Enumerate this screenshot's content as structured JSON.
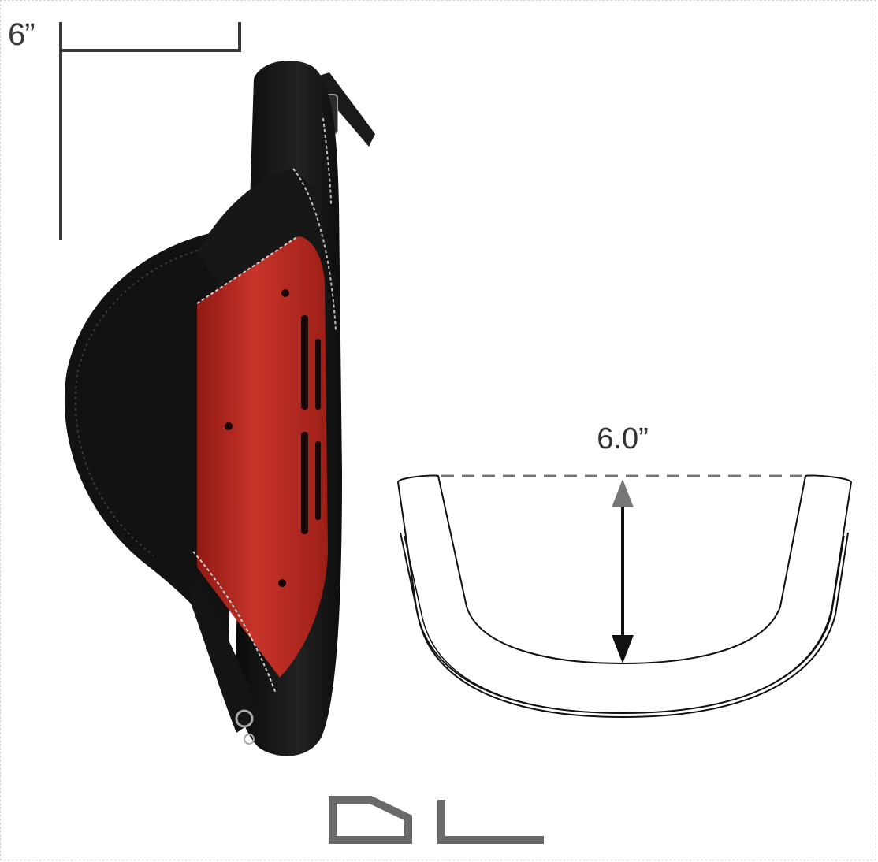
{
  "scale_bar": {
    "label": "6”"
  },
  "cross_section": {
    "depth_label": "6.0”"
  },
  "logo": {
    "name": "dl-logo"
  },
  "colors": {
    "bag_black": "#111111",
    "bag_dark": "#1c1c1c",
    "board_red": "#b3271f",
    "board_red_light": "#d13a2e",
    "line": "#3a3a3a",
    "logo_gray": "#6a6a6a",
    "arrow_gray": "#777777"
  }
}
